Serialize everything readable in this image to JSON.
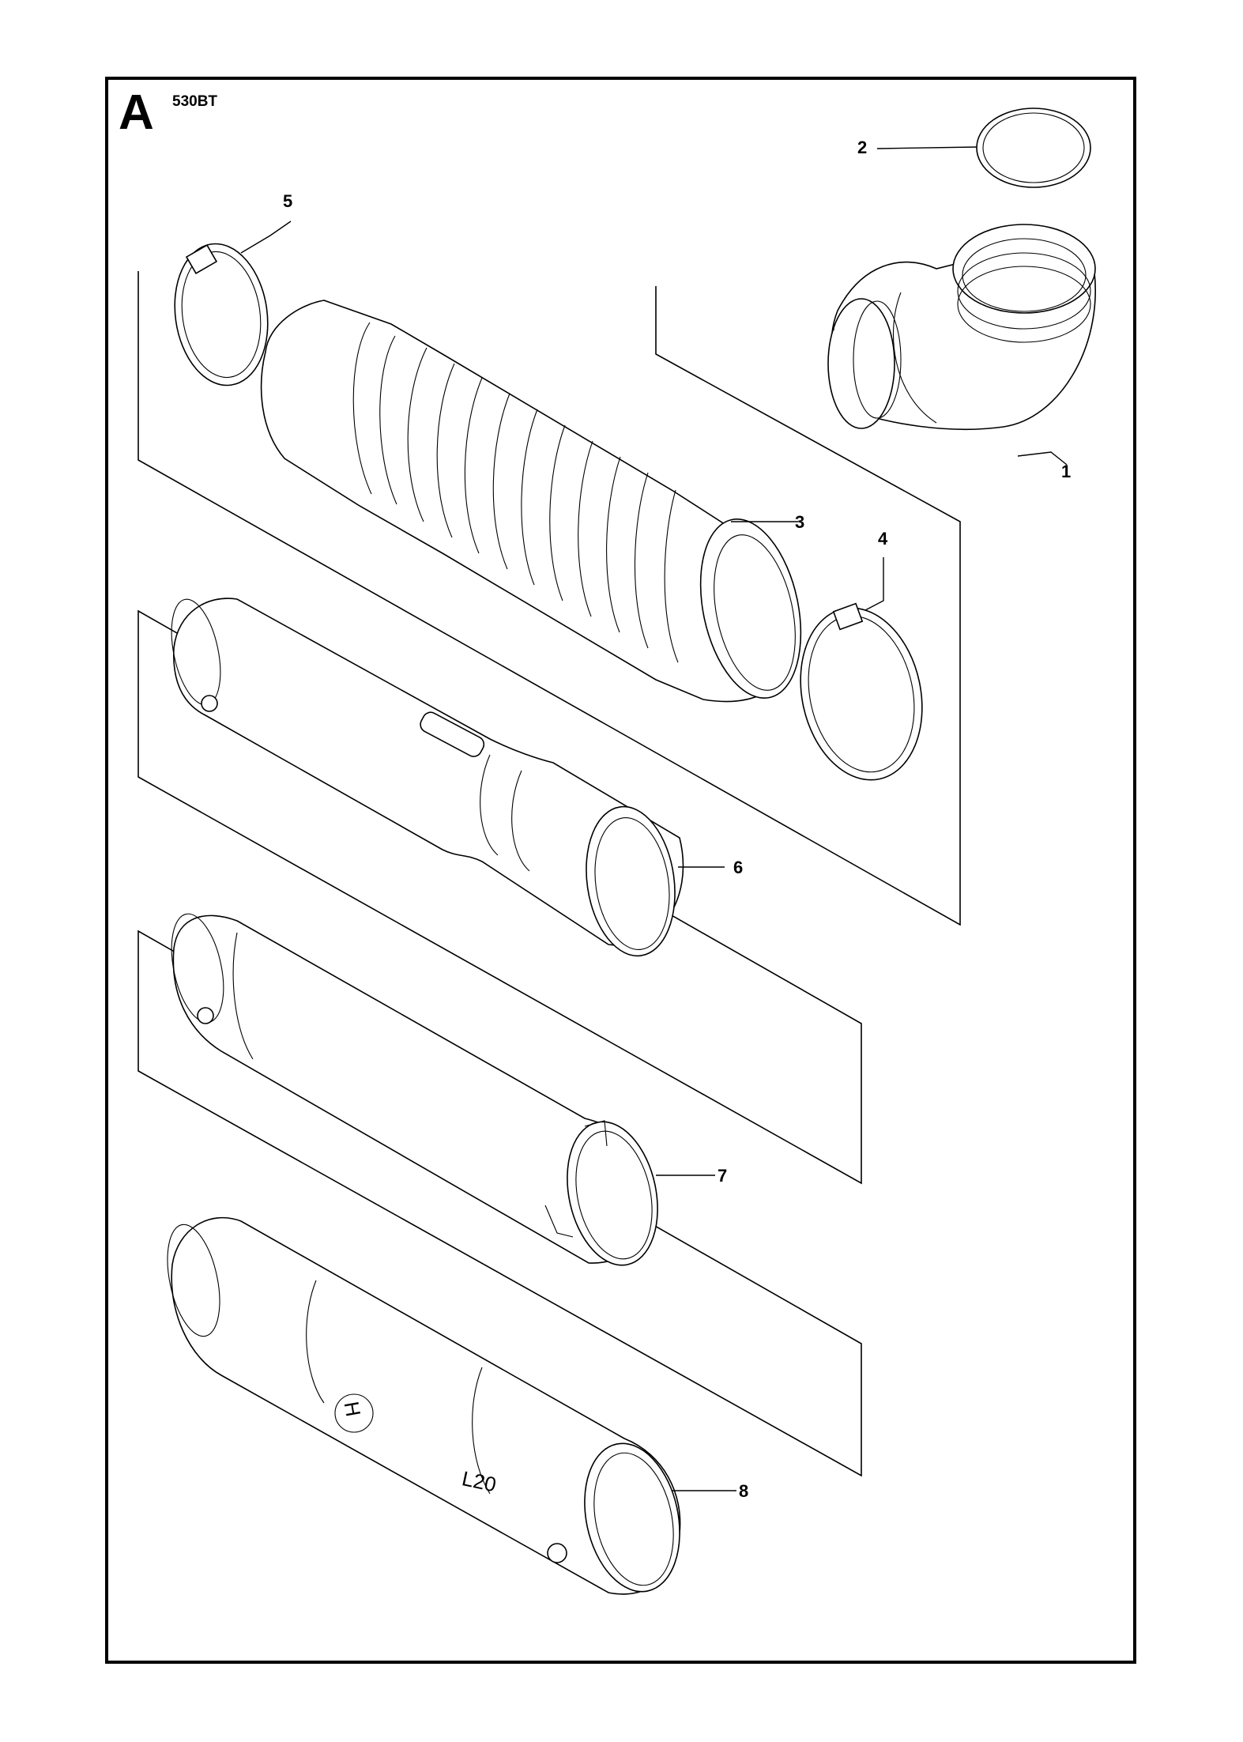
{
  "diagram": {
    "section_letter": "A",
    "model": "530BT",
    "tube_marking": "L20",
    "parts": [
      {
        "number": "1",
        "name": "elbow"
      },
      {
        "number": "2",
        "name": "o-ring"
      },
      {
        "number": "3",
        "name": "flexible-hose"
      },
      {
        "number": "4",
        "name": "hose-clamp"
      },
      {
        "number": "5",
        "name": "hose-clamp"
      },
      {
        "number": "6",
        "name": "tube"
      },
      {
        "number": "7",
        "name": "tube"
      },
      {
        "number": "8",
        "name": "nozzle"
      }
    ]
  }
}
